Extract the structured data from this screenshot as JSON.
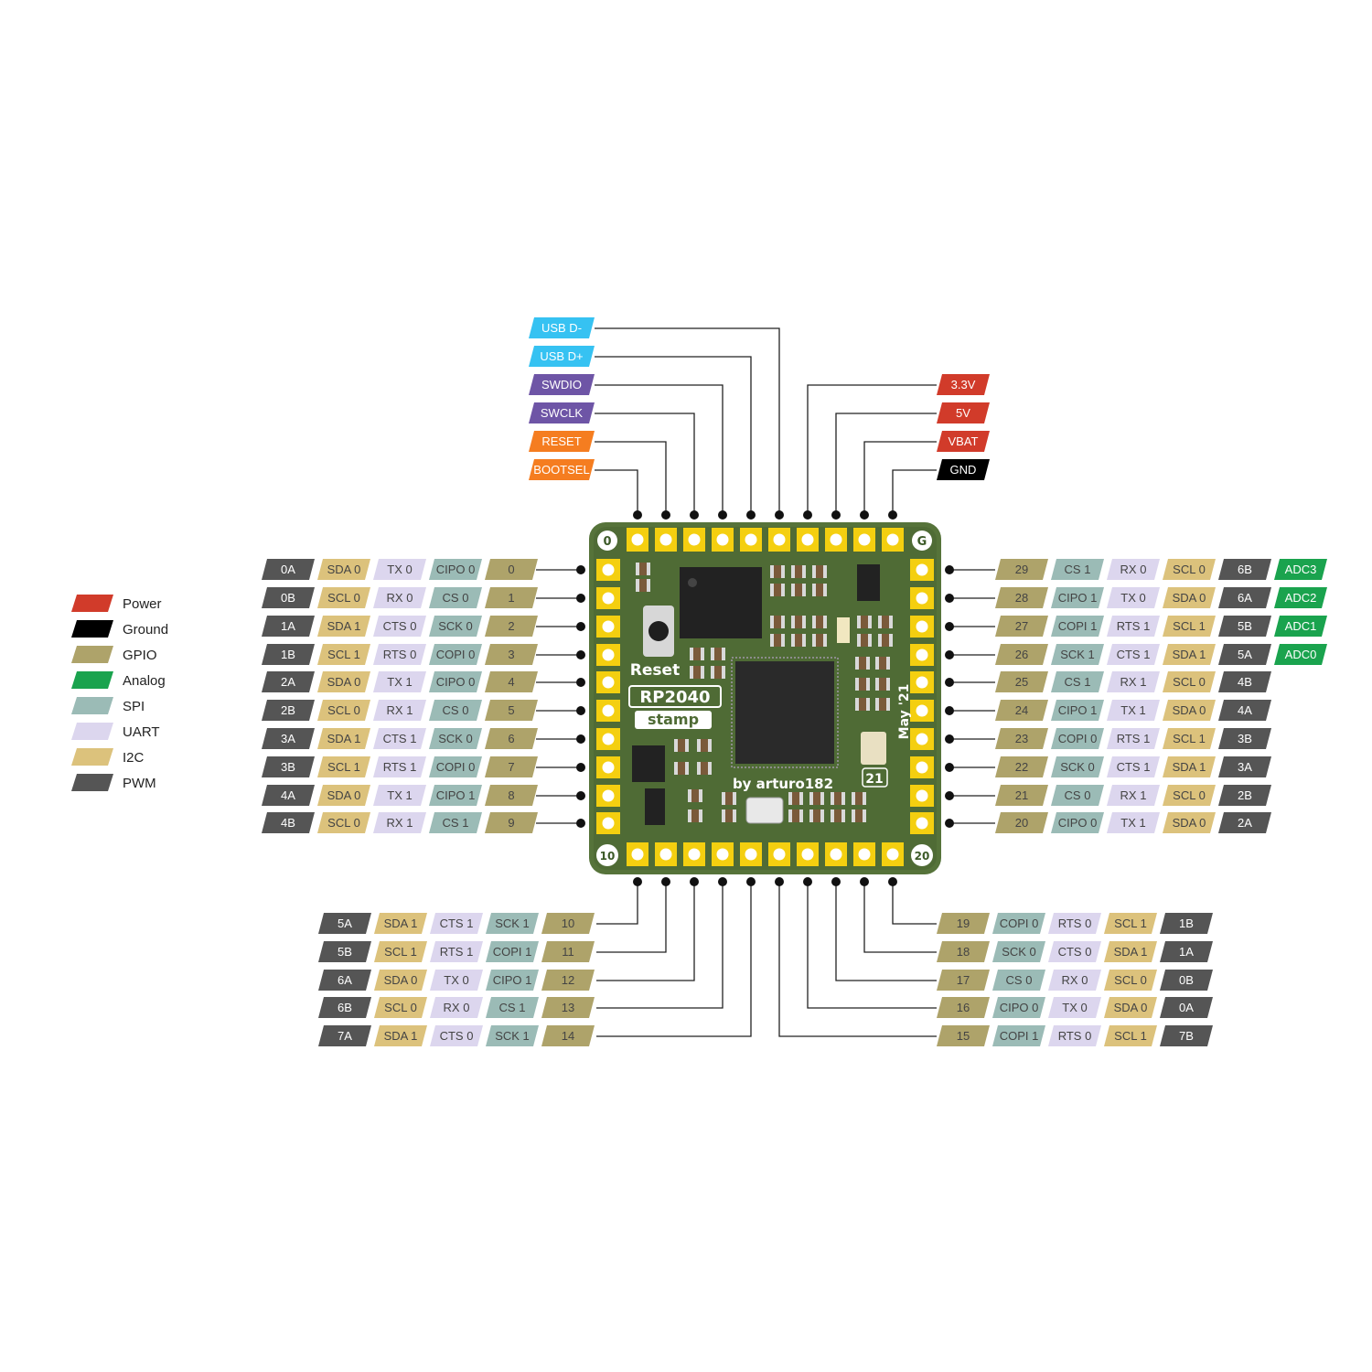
{
  "colors": {
    "Power": "#d13b2a",
    "Ground": "#000000",
    "GPIO": "#aea36a",
    "Analog": "#1aa34e",
    "SPI": "#9bbbb6",
    "UART": "#dcd6ee",
    "I2C": "#dcc27c",
    "PWM": "#555555",
    "USB": "#36c2f2",
    "SWD": "#6e55a6",
    "Boot": "#f57d20"
  },
  "legend": [
    {
      "label": "Power",
      "color": "#d13b2a"
    },
    {
      "label": "Ground",
      "color": "#000000"
    },
    {
      "label": "GPIO",
      "color": "#aea36a"
    },
    {
      "label": "Analog",
      "color": "#1aa34e"
    },
    {
      "label": "SPI",
      "color": "#9bbbb6"
    },
    {
      "label": "UART",
      "color": "#dcd6ee"
    },
    {
      "label": "I2C",
      "color": "#dcc27c"
    },
    {
      "label": "PWM",
      "color": "#555555"
    }
  ],
  "board": {
    "silk_reset": "Reset",
    "silk_name1": "RP2040",
    "silk_name2": "stamp",
    "silk_by": "by arturo182",
    "silk_date": "May '21",
    "silk_rev": "21",
    "corner_tl": "0",
    "corner_tr": "G",
    "corner_bl": "10",
    "corner_br": "20"
  },
  "top_left": [
    {
      "text": "USB D-",
      "type": "USB"
    },
    {
      "text": "USB D+",
      "type": "USB"
    },
    {
      "text": "SWDIO",
      "type": "SWD"
    },
    {
      "text": "SWCLK",
      "type": "SWD"
    },
    {
      "text": "RESET",
      "type": "Boot"
    },
    {
      "text": "BOOTSEL",
      "type": "Boot"
    }
  ],
  "top_right": [
    {
      "text": "3.3V",
      "type": "Power"
    },
    {
      "text": "5V",
      "type": "Power"
    },
    {
      "text": "VBAT",
      "type": "Power"
    },
    {
      "text": "GND",
      "type": "Ground"
    }
  ],
  "left_rows": [
    [
      [
        "0A",
        "PWM"
      ],
      [
        "SDA 0",
        "I2C"
      ],
      [
        "TX 0",
        "UART"
      ],
      [
        "CIPO 0",
        "SPI"
      ],
      [
        "0",
        "GPIO"
      ]
    ],
    [
      [
        "0B",
        "PWM"
      ],
      [
        "SCL 0",
        "I2C"
      ],
      [
        "RX 0",
        "UART"
      ],
      [
        "CS 0",
        "SPI"
      ],
      [
        "1",
        "GPIO"
      ]
    ],
    [
      [
        "1A",
        "PWM"
      ],
      [
        "SDA 1",
        "I2C"
      ],
      [
        "CTS 0",
        "UART"
      ],
      [
        "SCK 0",
        "SPI"
      ],
      [
        "2",
        "GPIO"
      ]
    ],
    [
      [
        "1B",
        "PWM"
      ],
      [
        "SCL 1",
        "I2C"
      ],
      [
        "RTS 0",
        "UART"
      ],
      [
        "COPI 0",
        "SPI"
      ],
      [
        "3",
        "GPIO"
      ]
    ],
    [
      [
        "2A",
        "PWM"
      ],
      [
        "SDA 0",
        "I2C"
      ],
      [
        "TX 1",
        "UART"
      ],
      [
        "CIPO 0",
        "SPI"
      ],
      [
        "4",
        "GPIO"
      ]
    ],
    [
      [
        "2B",
        "PWM"
      ],
      [
        "SCL 0",
        "I2C"
      ],
      [
        "RX 1",
        "UART"
      ],
      [
        "CS 0",
        "SPI"
      ],
      [
        "5",
        "GPIO"
      ]
    ],
    [
      [
        "3A",
        "PWM"
      ],
      [
        "SDA 1",
        "I2C"
      ],
      [
        "CTS 1",
        "UART"
      ],
      [
        "SCK 0",
        "SPI"
      ],
      [
        "6",
        "GPIO"
      ]
    ],
    [
      [
        "3B",
        "PWM"
      ],
      [
        "SCL 1",
        "I2C"
      ],
      [
        "RTS 1",
        "UART"
      ],
      [
        "COPI 0",
        "SPI"
      ],
      [
        "7",
        "GPIO"
      ]
    ],
    [
      [
        "4A",
        "PWM"
      ],
      [
        "SDA 0",
        "I2C"
      ],
      [
        "TX 1",
        "UART"
      ],
      [
        "CIPO 1",
        "SPI"
      ],
      [
        "8",
        "GPIO"
      ]
    ],
    [
      [
        "4B",
        "PWM"
      ],
      [
        "SCL 0",
        "I2C"
      ],
      [
        "RX 1",
        "UART"
      ],
      [
        "CS 1",
        "SPI"
      ],
      [
        "9",
        "GPIO"
      ]
    ]
  ],
  "right_rows": [
    [
      [
        "29",
        "GPIO"
      ],
      [
        "CS 1",
        "SPI"
      ],
      [
        "RX 0",
        "UART"
      ],
      [
        "SCL 0",
        "I2C"
      ],
      [
        "6B",
        "PWM"
      ],
      [
        "ADC3",
        "Analog"
      ]
    ],
    [
      [
        "28",
        "GPIO"
      ],
      [
        "CIPO 1",
        "SPI"
      ],
      [
        "TX 0",
        "UART"
      ],
      [
        "SDA 0",
        "I2C"
      ],
      [
        "6A",
        "PWM"
      ],
      [
        "ADC2",
        "Analog"
      ]
    ],
    [
      [
        "27",
        "GPIO"
      ],
      [
        "COPI 1",
        "SPI"
      ],
      [
        "RTS 1",
        "UART"
      ],
      [
        "SCL 1",
        "I2C"
      ],
      [
        "5B",
        "PWM"
      ],
      [
        "ADC1",
        "Analog"
      ]
    ],
    [
      [
        "26",
        "GPIO"
      ],
      [
        "SCK 1",
        "SPI"
      ],
      [
        "CTS 1",
        "UART"
      ],
      [
        "SDA 1",
        "I2C"
      ],
      [
        "5A",
        "PWM"
      ],
      [
        "ADC0",
        "Analog"
      ]
    ],
    [
      [
        "25",
        "GPIO"
      ],
      [
        "CS 1",
        "SPI"
      ],
      [
        "RX 1",
        "UART"
      ],
      [
        "SCL 0",
        "I2C"
      ],
      [
        "4B",
        "PWM"
      ]
    ],
    [
      [
        "24",
        "GPIO"
      ],
      [
        "CIPO 1",
        "SPI"
      ],
      [
        "TX 1",
        "UART"
      ],
      [
        "SDA 0",
        "I2C"
      ],
      [
        "4A",
        "PWM"
      ]
    ],
    [
      [
        "23",
        "GPIO"
      ],
      [
        "COPI 0",
        "SPI"
      ],
      [
        "RTS 1",
        "UART"
      ],
      [
        "SCL 1",
        "I2C"
      ],
      [
        "3B",
        "PWM"
      ]
    ],
    [
      [
        "22",
        "GPIO"
      ],
      [
        "SCK 0",
        "SPI"
      ],
      [
        "CTS 1",
        "UART"
      ],
      [
        "SDA 1",
        "I2C"
      ],
      [
        "3A",
        "PWM"
      ]
    ],
    [
      [
        "21",
        "GPIO"
      ],
      [
        "CS 0",
        "SPI"
      ],
      [
        "RX 1",
        "UART"
      ],
      [
        "SCL 0",
        "I2C"
      ],
      [
        "2B",
        "PWM"
      ]
    ],
    [
      [
        "20",
        "GPIO"
      ],
      [
        "CIPO 0",
        "SPI"
      ],
      [
        "TX 1",
        "UART"
      ],
      [
        "SDA 0",
        "I2C"
      ],
      [
        "2A",
        "PWM"
      ]
    ]
  ],
  "bottom_left_rows": [
    [
      [
        "5A",
        "PWM"
      ],
      [
        "SDA 1",
        "I2C"
      ],
      [
        "CTS 1",
        "UART"
      ],
      [
        "SCK 1",
        "SPI"
      ],
      [
        "10",
        "GPIO"
      ]
    ],
    [
      [
        "5B",
        "PWM"
      ],
      [
        "SCL 1",
        "I2C"
      ],
      [
        "RTS 1",
        "UART"
      ],
      [
        "COPI 1",
        "SPI"
      ],
      [
        "11",
        "GPIO"
      ]
    ],
    [
      [
        "6A",
        "PWM"
      ],
      [
        "SDA 0",
        "I2C"
      ],
      [
        "TX 0",
        "UART"
      ],
      [
        "CIPO 1",
        "SPI"
      ],
      [
        "12",
        "GPIO"
      ]
    ],
    [
      [
        "6B",
        "PWM"
      ],
      [
        "SCL 0",
        "I2C"
      ],
      [
        "RX 0",
        "UART"
      ],
      [
        "CS 1",
        "SPI"
      ],
      [
        "13",
        "GPIO"
      ]
    ],
    [
      [
        "7A",
        "PWM"
      ],
      [
        "SDA 1",
        "I2C"
      ],
      [
        "CTS 0",
        "UART"
      ],
      [
        "SCK 1",
        "SPI"
      ],
      [
        "14",
        "GPIO"
      ]
    ]
  ],
  "bottom_right_rows": [
    [
      [
        "19",
        "GPIO"
      ],
      [
        "COPI 0",
        "SPI"
      ],
      [
        "RTS 0",
        "UART"
      ],
      [
        "SCL 1",
        "I2C"
      ],
      [
        "1B",
        "PWM"
      ]
    ],
    [
      [
        "18",
        "GPIO"
      ],
      [
        "SCK 0",
        "SPI"
      ],
      [
        "CTS 0",
        "UART"
      ],
      [
        "SDA 1",
        "I2C"
      ],
      [
        "1A",
        "PWM"
      ]
    ],
    [
      [
        "17",
        "GPIO"
      ],
      [
        "CS 0",
        "SPI"
      ],
      [
        "RX 0",
        "UART"
      ],
      [
        "SCL 0",
        "I2C"
      ],
      [
        "0B",
        "PWM"
      ]
    ],
    [
      [
        "16",
        "GPIO"
      ],
      [
        "CIPO 0",
        "SPI"
      ],
      [
        "TX 0",
        "UART"
      ],
      [
        "SDA 0",
        "I2C"
      ],
      [
        "0A",
        "PWM"
      ]
    ],
    [
      [
        "15",
        "GPIO"
      ],
      [
        "COPI 1",
        "SPI"
      ],
      [
        "RTS 0",
        "UART"
      ],
      [
        "SCL 1",
        "I2C"
      ],
      [
        "7B",
        "PWM"
      ]
    ]
  ]
}
